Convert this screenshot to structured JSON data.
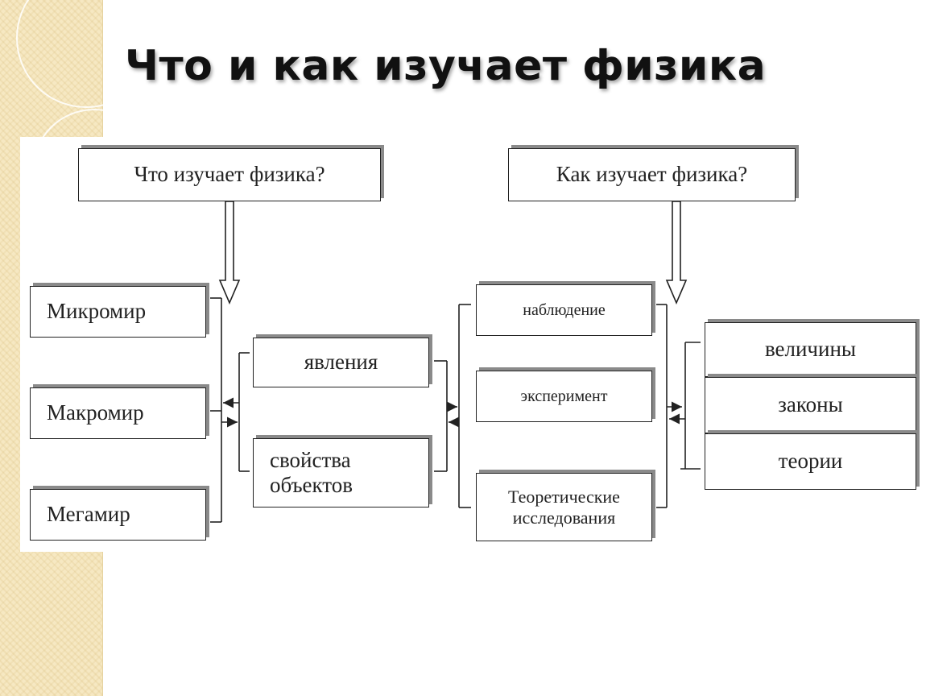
{
  "slide": {
    "title": "Что и как изучает физика"
  },
  "diagram": {
    "what_header": "Что изучает физика?",
    "how_header": "Как изучает физика?",
    "worlds": [
      "Микромир",
      "Макромир",
      "Мегамир"
    ],
    "subjects": [
      "явления",
      "свойства\nобъектов"
    ],
    "methods": [
      "наблюдение",
      "эксперимент",
      "Теоретические\nисследования"
    ],
    "results": [
      "величины",
      "законы",
      "теории"
    ]
  },
  "colors": {
    "strip_background": "#f6e8c2",
    "box_shadow": "#8a8a8a",
    "line": "#222222"
  }
}
